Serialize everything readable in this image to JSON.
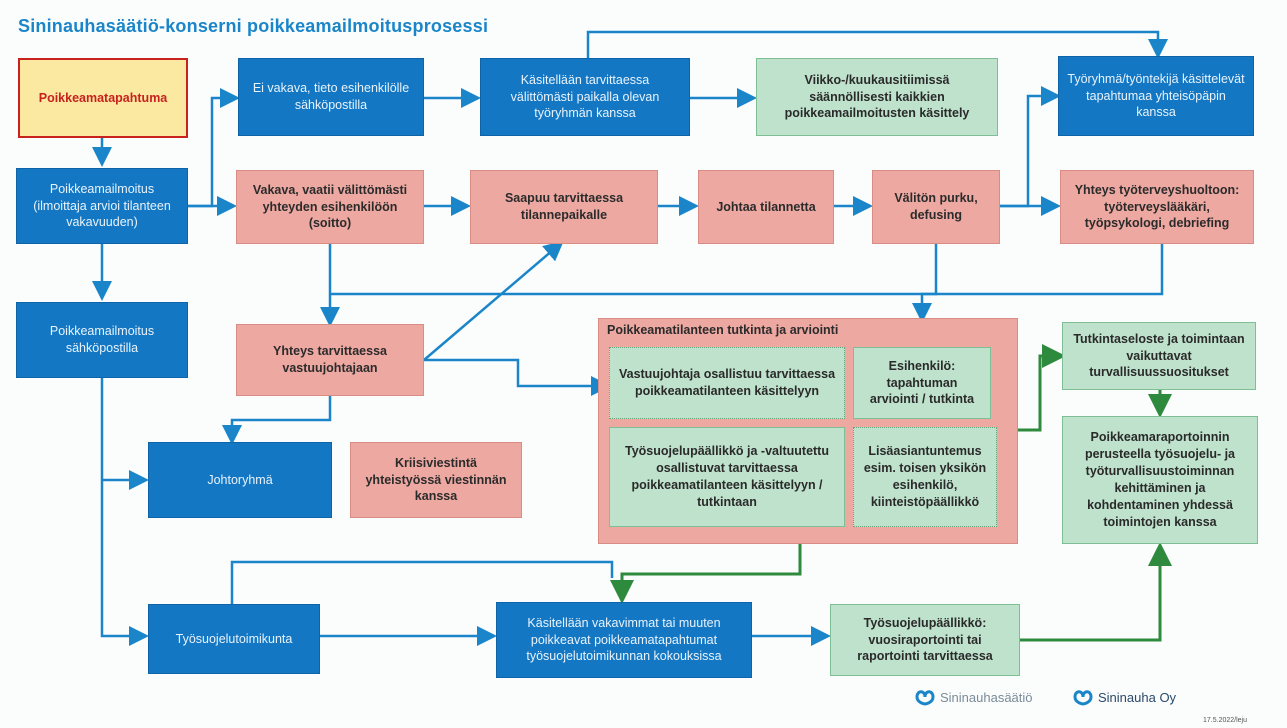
{
  "title": "Sininauhasäätiö-konserni  poikkeamailmoitusprosessi",
  "nodes": {
    "event": "Poikkeamatapahtuma",
    "notice_report": "Poikkeamailmoitus (ilmoittaja arvioi tilanteen vakavuuden)",
    "email_report": "Poikkeamailmoitus sähköpostilla",
    "not_serious": "Ei vakava, tieto esihenkilölle sähköpostilla",
    "handled_workplace": "Käsitellään tarvittaessa välittömästi paikalla olevan työryhmän kanssa",
    "weekly_handling": "Viikko-/kuukausitiimissä säännöllisesti kaikkien poikkeamailmoitusten käsittely",
    "team_handles": "Työryhmä/työntekijä käsittelevät tapahtumaa yhteisöpäpin kanssa",
    "serious": "Vakava, vaatii välittömästi yhteyden esihenkilöön (soitto)",
    "arrives": "Saapuu tarvittaessa tilannepaikalle",
    "leads": "Johtaa tilannetta",
    "defusing": "Välitön purku, defusing",
    "health_care": "Yhteys työterveyshuoltoon: työterveyslääkäri, työpsykologi, debriefing",
    "contact_manager": "Yhteys tarvittaessa vastuujohtajaan",
    "management": "Johtoryhmä",
    "crisis": "Kriisiviestintä yhteistyössä viestinnän kanssa",
    "safety_committee": "Työsuojelutoimikunta",
    "committee_handles": "Käsitellään vakavimmat tai muuten poikkeavat poikkeamatapahtumat työsuojelutoimikunnan kokouksissa",
    "annual_report": "Työsuojelupäällikkö: vuosiraportointi tai raportointi tarvittaessa",
    "summary": "Tutkintaseloste ja toimintaan vaikuttavat turvallisuussuositukset",
    "development": "Poikkeamaraportoinnin perusteella työsuojelu- ja työturvallisuustoiminnan kehittäminen ja kohdentaminen yhdessä toimintojen kanssa"
  },
  "investigation": {
    "title": "Poikkeamatilanteen tutkinta ja arviointi",
    "manager_participates": "Vastuujohtaja osallistuu tarvittaessa poikkeamatilanteen käsittelyyn",
    "supervisor": "Esihenkilö: tapahtuman arviointi / tutkinta",
    "safety_rep": "Työsuojelupäällikkö ja -valtuutettu osallistuvat tarvittaessa poikkeamatilanteen käsittelyyn / tutkintaan",
    "experts": "Lisäasiantuntemus esim. toisen yksikön esihenkilö, kiinteistöpäällikkö"
  },
  "logos": {
    "foundation": "Sininauhasäätiö",
    "company": "Sininauha Oy"
  },
  "footer_date": "17.5.2022/leju",
  "colors": {
    "blue": "#1477c4",
    "pink": "#eda8a1",
    "green": "#bfe2cc",
    "yellow": "#fbe9a2",
    "arrow_blue": "#1a86c9",
    "arrow_green": "#2e8b3e"
  }
}
